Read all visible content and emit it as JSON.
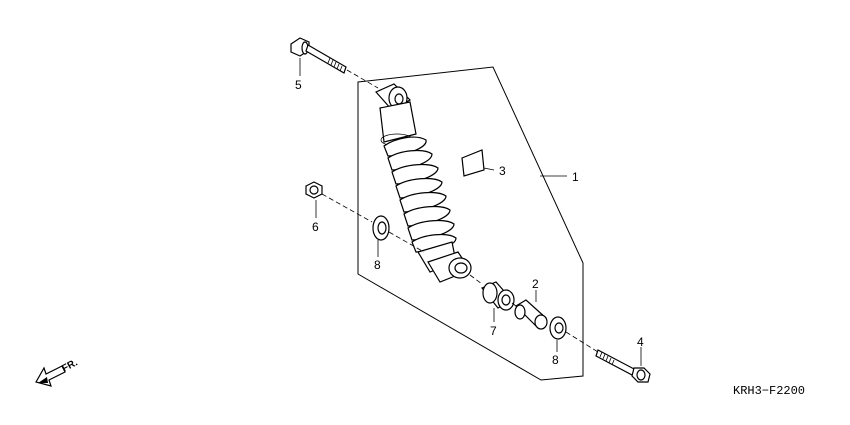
{
  "callouts": [
    {
      "id": "1",
      "text": "1"
    },
    {
      "id": "2",
      "text": "2"
    },
    {
      "id": "3",
      "text": "3"
    },
    {
      "id": "4",
      "text": "4"
    },
    {
      "id": "5",
      "text": "5"
    },
    {
      "id": "6",
      "text": "6"
    },
    {
      "id": "7",
      "text": "7"
    },
    {
      "id": "8a",
      "text": "8"
    },
    {
      "id": "8b",
      "text": "8"
    }
  ],
  "direction_label": "FR.",
  "diagram_code": "KRH3−F2200"
}
